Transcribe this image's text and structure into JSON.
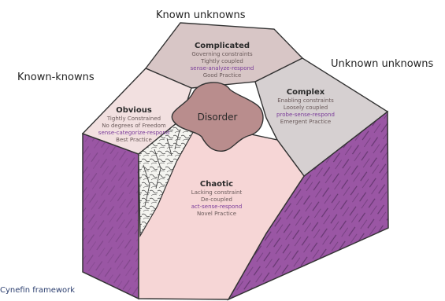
{
  "labels": {
    "known_unknowns": "Known unknowns",
    "known_knowns": "Known-knowns",
    "unknown_unknowns": "Unknown unknowns",
    "caption": "Cynefin framework"
  },
  "domains": {
    "complicated": {
      "title": "Complicated",
      "lines": [
        "Governing constraints",
        "Tightly coupled",
        "sense-analyze-respond",
        "Good Practice"
      ]
    },
    "complex": {
      "title": "Complex",
      "lines": [
        "Enabling constraints",
        "Loosely coupled",
        "probe-sense-respond",
        "Emergent Practice"
      ]
    },
    "obvious": {
      "title": "Obvious",
      "lines": [
        "Tightly Constrained",
        "No degrees of Freedom",
        "sense-categorize-respond",
        "Best Practice"
      ]
    },
    "chaotic": {
      "title": "Chaotic",
      "lines": [
        "Lacking constraint",
        "De-coupled",
        "act-sense-respond",
        "Novel Practice"
      ]
    },
    "disorder": {
      "title": "Disorder"
    }
  },
  "colors": {
    "complicated": "#d8c6c6",
    "complex": "#d6d0d1",
    "obvious": "#f2e0e0",
    "chaotic": "#f6d6d6",
    "disorder": "#b98d8d",
    "side": "#9a56a4",
    "response_text": "#7a3c9a"
  }
}
